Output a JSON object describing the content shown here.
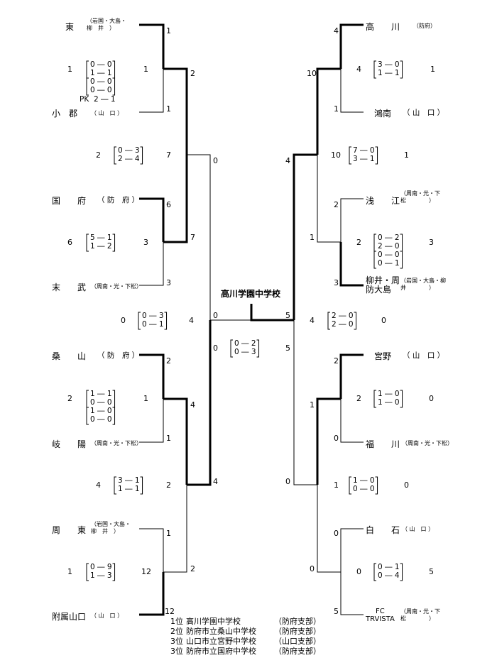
{
  "bracket": {
    "champion_label": "高川学園中学校",
    "left_top_block": {
      "team_top_name": "東",
      "team_top_region": "（岩国・大島・\n柳　井　）",
      "team_top_score": "1",
      "pair_scores": [
        "1",
        "1"
      ],
      "pair_detail": [
        "0 ― 0",
        "1 ― 1",
        "0 ― 0",
        "0 ― 0"
      ],
      "pk_label": "PK",
      "pk_score": "2 ― 1",
      "team_bottom_name": "小　郡",
      "team_bottom_region": "（ 山　口 ）",
      "team_bottom_score": "1",
      "round2_score": "2"
    },
    "left_second": {
      "pair_scores": [
        "2",
        "7"
      ],
      "pair_detail": [
        "0 ― 3",
        "2 ― 4"
      ],
      "round3_score": "0",
      "team_top_name": "国　　府",
      "team_top_region": "（ 防　府 ）",
      "team_top_score": "6",
      "team_bottom_name": "末　　武",
      "team_bottom_region": "（周南・光・下松）",
      "team_bottom_score": "3",
      "pair2_scores": [
        "6",
        "3"
      ],
      "pair2_detail": [
        "5 ― 1",
        "1 ― 2"
      ],
      "round2b_score": "7"
    },
    "left_semi": {
      "pair_scores": [
        "0",
        "4"
      ],
      "pair_detail": [
        "0 ― 3",
        "0 ― 1"
      ],
      "top_score": "0"
    },
    "left_third": {
      "team_top_name": "桑　　山",
      "team_top_region": "（ 防　府 ）",
      "team_top_score": "2",
      "pair_scores": [
        "2",
        "1"
      ],
      "pair_detail": [
        "1 ― 1",
        "0 ― 0",
        "1 ― 0",
        "0 ― 0"
      ],
      "team_bottom_name": "岐　　陽",
      "team_bottom_region": "（周南・光・下松）",
      "team_bottom_score": "1",
      "round2_score": "4",
      "pair2_scores": [
        "4",
        "2"
      ],
      "pair2_detail": [
        "3 ― 1",
        "1 ― 1"
      ],
      "round3_score": "4"
    },
    "left_fourth": {
      "team_top_name": "周　　東",
      "team_top_region": "（岩国・大島・\n柳　井　）",
      "team_top_score": "1",
      "pair_scores": [
        "1",
        "12"
      ],
      "pair_detail": [
        "0 ― 9",
        "1 ― 3"
      ],
      "round2_score": "2",
      "team_bottom_name": "附属山口",
      "team_bottom_region": "（ 山　口 ）",
      "team_bottom_score": "12"
    },
    "final": {
      "pair_scores": [
        "0",
        "5"
      ],
      "pair_detail": [
        "0 ― 2",
        "0 ― 3"
      ],
      "left_score": "0",
      "right_score": "5"
    },
    "right_top": {
      "team_top_name": "高　　川",
      "team_top_region": "（防府）",
      "team_top_score": "4",
      "pair_scores": [
        "4",
        "1"
      ],
      "pair_detail": [
        "3 ― 0",
        "1 ― 1"
      ],
      "team_bottom_name": "鴻南",
      "team_bottom_region": "（ 山　口 ）",
      "team_bottom_score": "1",
      "round2_score": "10"
    },
    "right_second": {
      "pair_scores": [
        "10",
        "1"
      ],
      "pair_detail": [
        "7 ― 0",
        "3 ― 1"
      ],
      "round3_score": "4",
      "team_top_name": "浅　　江",
      "team_top_region": "（周南・光・下\n松　　　　）",
      "team_top_score": "2",
      "pair2_scores": [
        "2",
        "3"
      ],
      "pair2_detail": [
        "0 ― 2",
        "2 ― 0",
        "0 ― 0",
        "0 ― 1"
      ],
      "round2b_score": "1",
      "team_bottom_name": "柳井・周\n防大島",
      "team_bottom_region": "（岩国・大島・柳\n井　　　　）",
      "team_bottom_score": "3"
    },
    "right_semi": {
      "pair_scores": [
        "4",
        "0"
      ],
      "pair_detail": [
        "2 ― 0",
        "2 ― 0"
      ]
    },
    "right_third": {
      "team_top_name": "宮野",
      "team_top_region": "（ 山　口 ）",
      "team_top_score": "2",
      "pair_scores": [
        "2",
        "0"
      ],
      "pair_detail": [
        "1 ― 0",
        "1 ― 0"
      ],
      "team_bottom_name": "福　　川",
      "team_bottom_region": "（周南・光・下松）",
      "team_bottom_score": "0",
      "round2_score": "1",
      "pair2_scores": [
        "1",
        "0"
      ],
      "pair2_detail": [
        "1 ― 0",
        "0 ― 0"
      ],
      "round3_score": "0"
    },
    "right_fourth": {
      "team_top_name": "白　　石",
      "team_top_region": "（ 山　口 ）",
      "team_top_score": "0",
      "pair_scores": [
        "0",
        "5"
      ],
      "pair_detail": [
        "0 ― 1",
        "0 ― 4"
      ],
      "round2_score": "0",
      "team_bottom_name": "FC\nTRVISTA",
      "team_bottom_region": "（周南・光・下\n松　　　　）",
      "team_bottom_score": "5"
    }
  },
  "ranking": [
    {
      "place": "1位",
      "school": "高川学園中学校",
      "branch": "（防府支部）"
    },
    {
      "place": "2位",
      "school": "防府市立桑山中学校",
      "branch": "（防府支部）"
    },
    {
      "place": "3位",
      "school": "山口市立宮野中学校",
      "branch": "（山口支部）"
    },
    {
      "place": "3位",
      "school": "防府市立国府中学校",
      "branch": "（防府支部）"
    }
  ]
}
